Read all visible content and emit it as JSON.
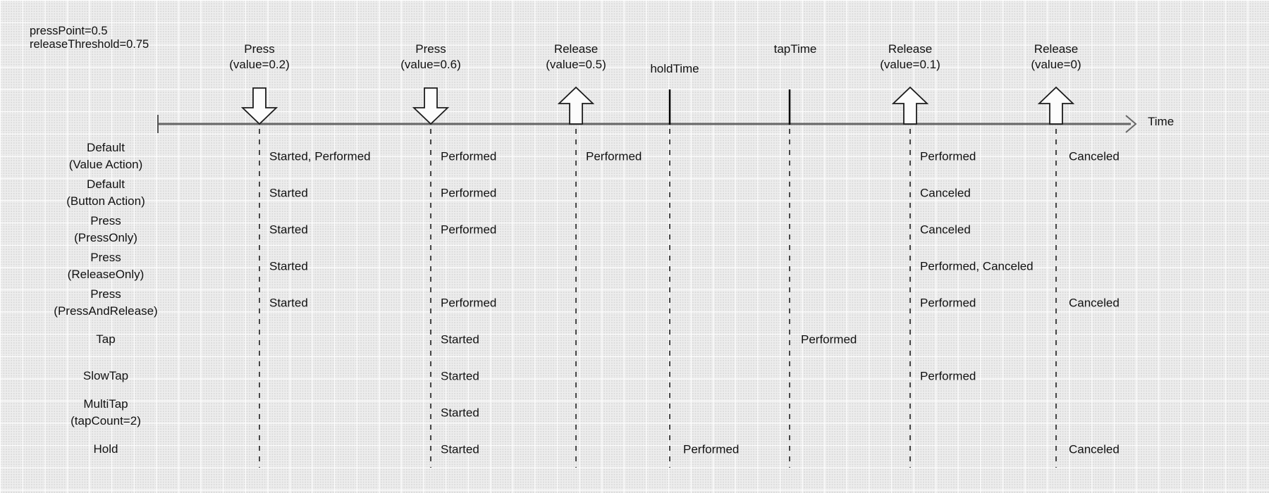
{
  "diagram": {
    "params": {
      "line1": "pressPoint=0.5",
      "line2": "releaseThreshold=0.75"
    },
    "time_axis_label": "Time",
    "events": [
      {
        "id": "press-value-0-2",
        "label1": "Press",
        "label2": "(value=0.2)",
        "marker": "down-arrow"
      },
      {
        "id": "press-value-0-6",
        "label1": "Press",
        "label2": "(value=0.6)",
        "marker": "down-arrow"
      },
      {
        "id": "release-value-0-5",
        "label1": "Release",
        "label2": "(value=0.5)",
        "marker": "up-arrow"
      },
      {
        "id": "hold-time",
        "label1": "holdTime",
        "marker": "tick"
      },
      {
        "id": "tap-time",
        "label1": "tapTime",
        "marker": "tick"
      },
      {
        "id": "release-value-0-1",
        "label1": "Release",
        "label2": "(value=0.1)",
        "marker": "up-arrow"
      },
      {
        "id": "release-value-0",
        "label1": "Release",
        "label2": "(value=0)",
        "marker": "up-arrow"
      }
    ],
    "rows": [
      {
        "label1": "Default",
        "label2": "(Value Action)",
        "states": [
          {
            "event": 0,
            "text": "Started, Performed"
          },
          {
            "event": 1,
            "text": "Performed"
          },
          {
            "event": 2,
            "text": "Performed"
          },
          {
            "event": 5,
            "text": "Performed"
          },
          {
            "event": 6,
            "text": "Canceled"
          }
        ]
      },
      {
        "label1": "Default",
        "label2": "(Button Action)",
        "states": [
          {
            "event": 0,
            "text": "Started"
          },
          {
            "event": 1,
            "text": "Performed"
          },
          {
            "event": 5,
            "text": "Canceled"
          }
        ]
      },
      {
        "label1": "Press",
        "label2": "(PressOnly)",
        "states": [
          {
            "event": 0,
            "text": "Started"
          },
          {
            "event": 1,
            "text": "Performed"
          },
          {
            "event": 5,
            "text": "Canceled"
          }
        ]
      },
      {
        "label1": "Press",
        "label2": "(ReleaseOnly)",
        "states": [
          {
            "event": 0,
            "text": "Started"
          },
          {
            "event": 5,
            "text": "Performed, Canceled"
          }
        ]
      },
      {
        "label1": "Press",
        "label2": "(PressAndRelease)",
        "states": [
          {
            "event": 0,
            "text": "Started"
          },
          {
            "event": 1,
            "text": "Performed"
          },
          {
            "event": 5,
            "text": "Performed"
          },
          {
            "event": 6,
            "text": "Canceled"
          }
        ]
      },
      {
        "label1": "Tap",
        "states": [
          {
            "event": 1,
            "text": "Started"
          },
          {
            "event": 4,
            "text": "Performed"
          }
        ]
      },
      {
        "label1": "SlowTap",
        "states": [
          {
            "event": 1,
            "text": "Started"
          },
          {
            "event": 5,
            "text": "Performed"
          }
        ]
      },
      {
        "label1": "MultiTap",
        "label2": "(tapCount=2)",
        "states": [
          {
            "event": 1,
            "text": "Started"
          }
        ]
      },
      {
        "label1": "Hold",
        "states": [
          {
            "event": 1,
            "text": "Started"
          },
          {
            "event": 3,
            "text": "Performed"
          },
          {
            "event": 6,
            "text": "Canceled"
          }
        ]
      }
    ],
    "colors": {
      "background": "#ededed",
      "axis": "#666666",
      "dashed_line": "#464646",
      "text": "#111111"
    }
  }
}
